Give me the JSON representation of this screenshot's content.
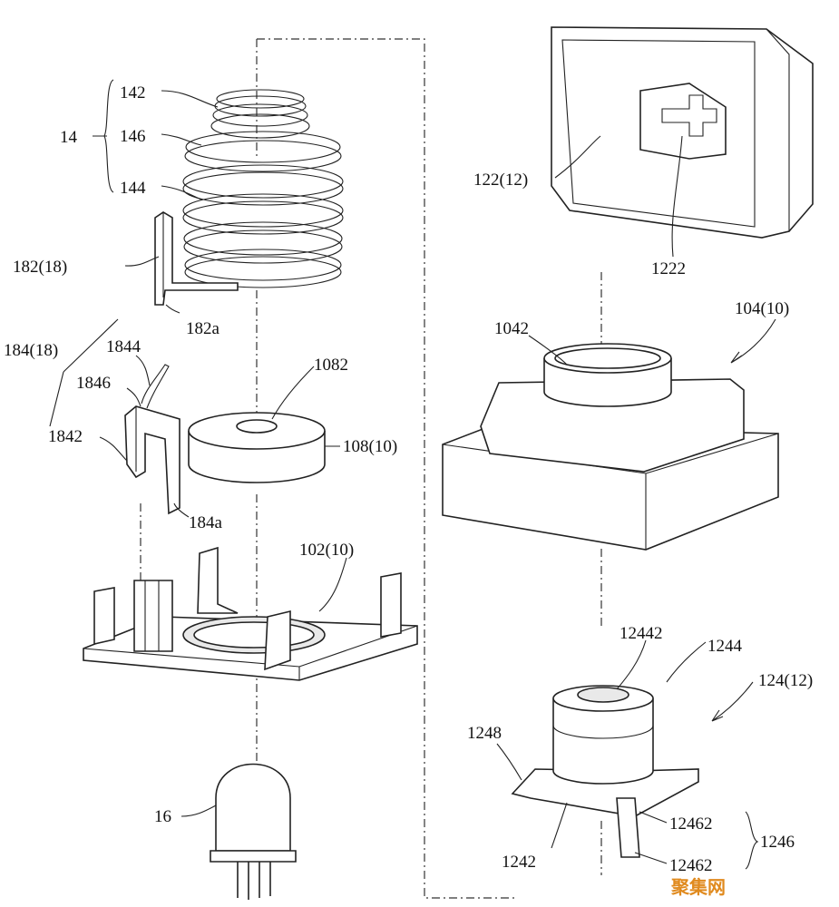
{
  "labels": {
    "l142": "142",
    "l14": "14",
    "l146": "146",
    "l144": "144",
    "l182_18": "182(18)",
    "l182a": "182a",
    "l184_18": "184(18)",
    "l1844": "1844",
    "l1846": "1846",
    "l1842": "1842",
    "l1082": "1082",
    "l108_10": "108(10)",
    "l184a": "184a",
    "l102_10": "102(10)",
    "l16": "16",
    "l122_12": "122(12)",
    "l1222": "1222",
    "l1042": "1042",
    "l104_10": "104(10)",
    "l12442": "12442",
    "l1244": "1244",
    "l124_12": "124(12)",
    "l1248": "1248",
    "l12462a": "12462",
    "l12462b": "12462",
    "l1246": "1246",
    "l1242": "1242"
  },
  "watermark": "聚集网",
  "colors": {
    "line": "#222222",
    "watermark": "#e08a1e"
  }
}
